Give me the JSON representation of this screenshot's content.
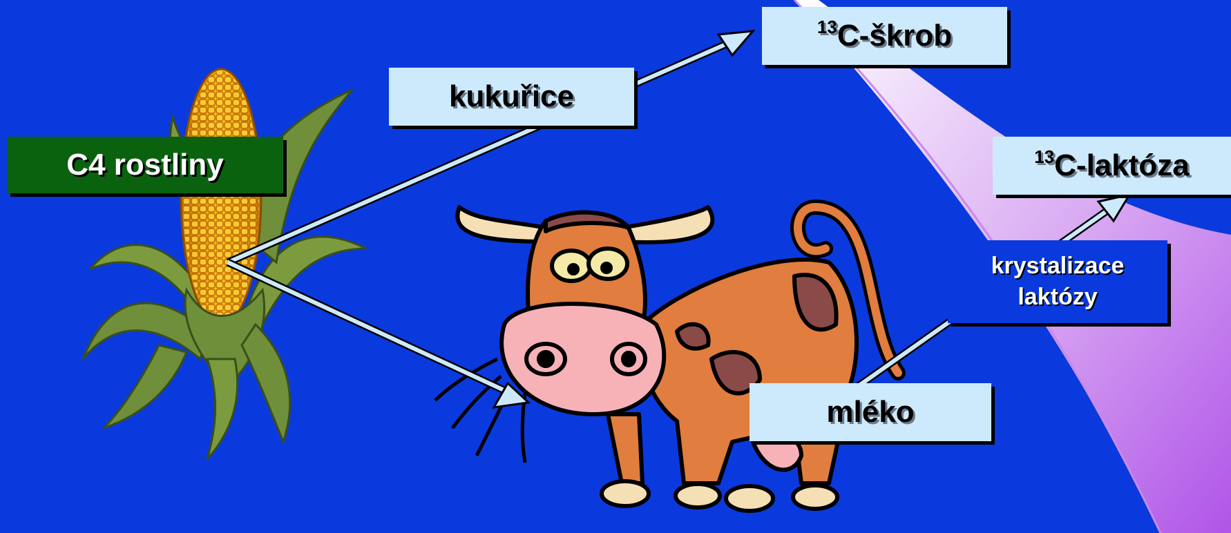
{
  "labels": {
    "c4_plants": "C4 rostliny",
    "corn": "kukuřice",
    "starch_sup": "13",
    "starch": "C-škrob",
    "lactose_sup": "13",
    "lactose": "C-laktóza",
    "milk": "mléko",
    "crystallization_line1": "krystalizace",
    "crystallization_line2": "laktózy"
  },
  "colors": {
    "background": "#0a3ade",
    "label_box": "#cdeafc",
    "plant_label_box": "#0a620f",
    "arrow": "#cdeafc",
    "swoosh_light": "#ffffff",
    "swoosh_purple": "#b55be6"
  },
  "icons": {
    "plant": "corn-cob-icon",
    "animal": "cartoon-cow-icon"
  }
}
